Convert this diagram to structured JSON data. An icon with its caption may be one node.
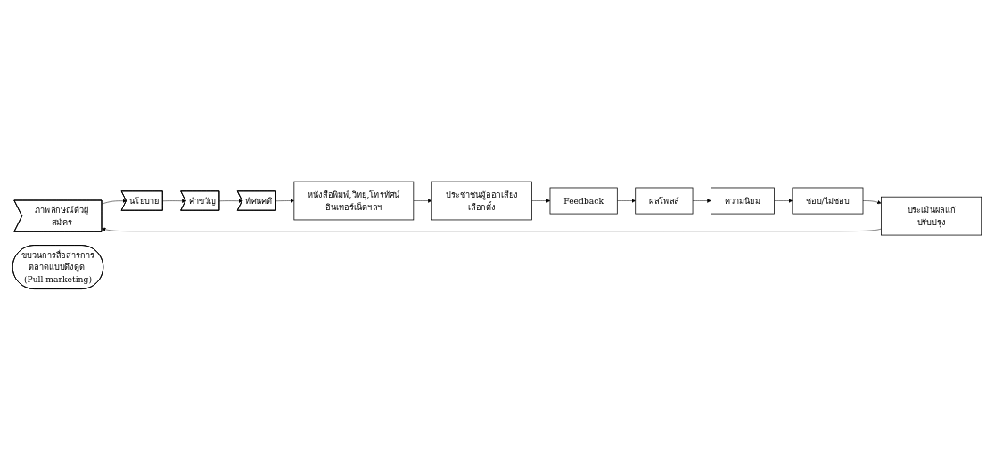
{
  "diagram": {
    "nodes": [
      {
        "text": [
          "ภาพลักษณ์ตัวผู้สมัคร"
        ]
      },
      {
        "text": [
          "นโยบาย"
        ]
      },
      {
        "text": [
          "คำขวัญ"
        ]
      },
      {
        "text": [
          "ทัศนคติ"
        ]
      },
      {
        "text": [
          "หนังสือพิมพ์,วิทยุ,โทรทัศน์อินเทอร์เน็ตฯลฯ"
        ]
      },
      {
        "text": [
          "ประเมินผลแก้ปรับปรุง"
        ]
      },
      {
        "text": [
          "ขบวนการสื่อสารการตลาดแบบดึงดูด (Pull marketing)"
        ]
      },
      {
        "text": [
          "ประชาชนผู้ออกเสียงเลือกตั้ง"
        ]
      },
      {
        "text": [
          "ชอบ/ไม่ชอบ"
        ]
      },
      {
        "text": [
          "ความนิยม"
        ]
      },
      {
        "text": [
          "ผลโพลล์"
        ]
      },
      {
        "text": [
          "Feedback"
        ]
      }
    ],
    "edges": [
      {
        "from": 0,
        "to": 1,
        "arrow": "to"
      },
      {
        "from": 1,
        "to": 2,
        "arrow": "to"
      },
      {
        "from": 2,
        "to": 3,
        "arrow": "to"
      },
      {
        "from": 3,
        "to": 4,
        "arrow": "to"
      },
      {
        "from": 4,
        "to": 7,
        "arrow": "to"
      },
      {
        "from": 7,
        "to": 11,
        "arrow": "to"
      },
      {
        "from": 11,
        "to": 10,
        "arrow": "to"
      },
      {
        "from": 10,
        "to": 9,
        "arrow": "to"
      },
      {
        "from": 9,
        "to": 8,
        "arrow": "to"
      },
      {
        "from": 8,
        "to": 5,
        "arrow": "to"
      },
      {
        "from": 5,
        "to": 0,
        "arrow": "to"
      }
    ]
  }
}
